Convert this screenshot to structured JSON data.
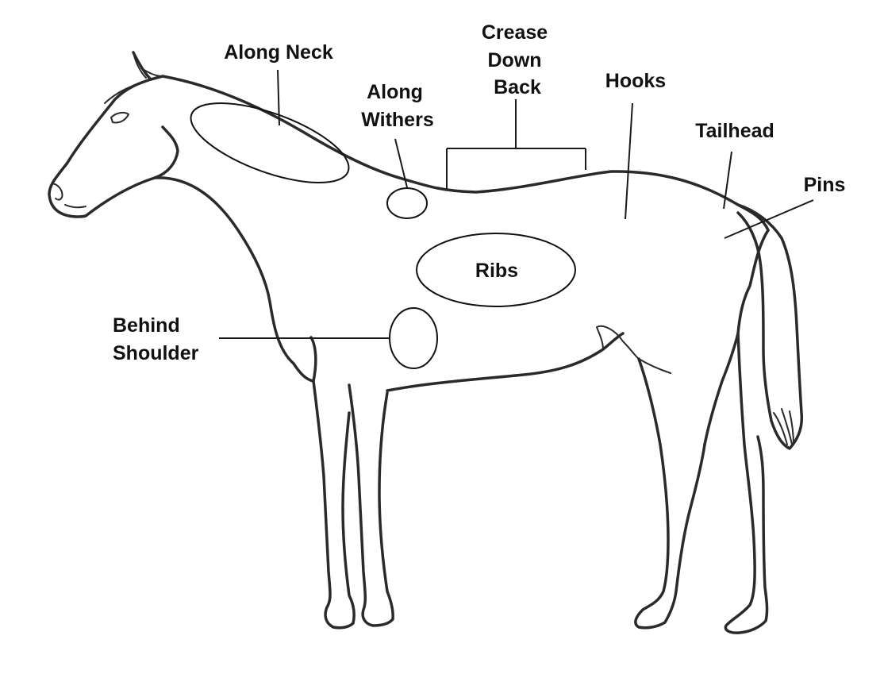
{
  "labels": {
    "along_neck": "Along Neck",
    "along_withers": [
      "Along",
      "Withers"
    ],
    "crease_down_back": [
      "Crease",
      "Down",
      "Back"
    ],
    "hooks": "Hooks",
    "tailhead": "Tailhead",
    "pins": "Pins",
    "ribs": "Ribs",
    "behind_shoulder": [
      "Behind",
      "Shoulder"
    ]
  },
  "colors": {
    "stroke": "#2a2a2a",
    "text": "#111111",
    "background": "#ffffff"
  }
}
